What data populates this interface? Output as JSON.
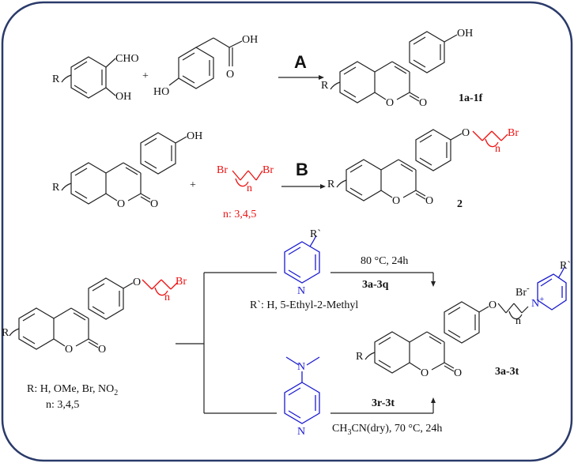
{
  "colors": {
    "frame": "#2a3a6a",
    "accent": "#e11111",
    "pyridine": "#1a1ad0",
    "text": "#111111"
  },
  "reaction_A": {
    "label": "A",
    "aldehyde_group": "CHO",
    "phenol_oh": "OH",
    "substituent": "R",
    "plus": "+",
    "acid_oh": "OH",
    "acid_o": "O",
    "acid_ho": "HO",
    "product_oh": "OH",
    "product_ring_o": "O",
    "product_carbonyl_o": "O",
    "product_substituent": "R",
    "product_label": "1a-1f"
  },
  "reaction_B": {
    "label": "B",
    "start_oh": "OH",
    "start_substituent": "R",
    "start_ring_o": "O",
    "start_carbonyl_o": "O",
    "plus": "+",
    "dibromide_br_left": "Br",
    "dibromide_br_right": "Br",
    "dibromide_n": "n",
    "dibromide_note": "n: 3,4,5",
    "product_o": "O",
    "product_br": "Br",
    "product_n": "n",
    "product_substituent": "R",
    "product_ring_o": "O",
    "product_carbonyl_o": "O",
    "product_label": "2"
  },
  "reaction_C": {
    "start_o": "O",
    "start_br": "Br",
    "start_n": "n",
    "start_substituent": "R",
    "start_ring_o": "O",
    "start_carbonyl_o": "O",
    "r_list": "R: H, OMe, Br, NO",
    "r_list_sub": "2",
    "n_list": "n: 3,4,5",
    "pyridine_substituent": "R`",
    "pyridine_n": "N",
    "pyridine_note": "R`: H, 5-Ethyl-2-Methyl",
    "upper_conditions": "80 °C, 24h",
    "upper_range": "3a-3q",
    "dmap_n": "N",
    "dmap_ring_n": "N",
    "lower_range": "3r-3t",
    "lower_conditions": "CH3CN(dry), 70 °C, 24h",
    "lower_conditions_sub": "3",
    "product_o": "O",
    "product_n_chain": "n",
    "product_br": "Br",
    "product_br_charge": "-",
    "product_n_plus": "N",
    "product_n_charge": "+",
    "product_r_prime": "R`",
    "product_substituent": "R",
    "product_ring_o": "O",
    "product_carbonyl_o": "O",
    "product_label": "3a-3t"
  }
}
